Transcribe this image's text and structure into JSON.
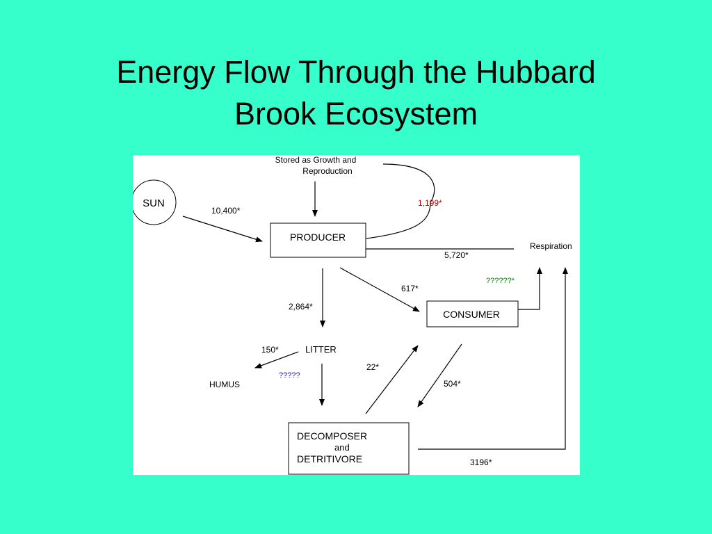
{
  "title": {
    "line1": "Energy Flow Through the Hubbard",
    "line2": "Brook Ecosystem"
  },
  "diagram": {
    "nodes": {
      "sun": "SUN",
      "producer": "PRODUCER",
      "consumer": "CONSUMER",
      "decomposer_line1": "DECOMPOSER",
      "decomposer_line2": "and",
      "decomposer_line3": "DETRITIVORE",
      "litter": "LITTER",
      "humus": "HUMUS",
      "respiration": "Respiration",
      "stored_line1": "Stored as Growth and",
      "stored_line2": "Reproduction"
    },
    "flows": {
      "sun_to_producer": "10,400*",
      "stored_growth": "1,199*",
      "producer_respiration": "5,720*",
      "consumer_respiration": "??????*",
      "producer_to_consumer": "617*",
      "producer_to_litter": "2,864*",
      "litter_to_humus": "150*",
      "humus_unknown": "?????",
      "decomposer_to_consumer": "22*",
      "consumer_to_decomposer": "504*",
      "decomposer_respiration": "3196*"
    },
    "colors": {
      "background": "#36ffcc",
      "stored_growth_value": "#c00000",
      "unknown_values": "#1a7a1a",
      "humus_unknown": "#2020a0"
    }
  }
}
